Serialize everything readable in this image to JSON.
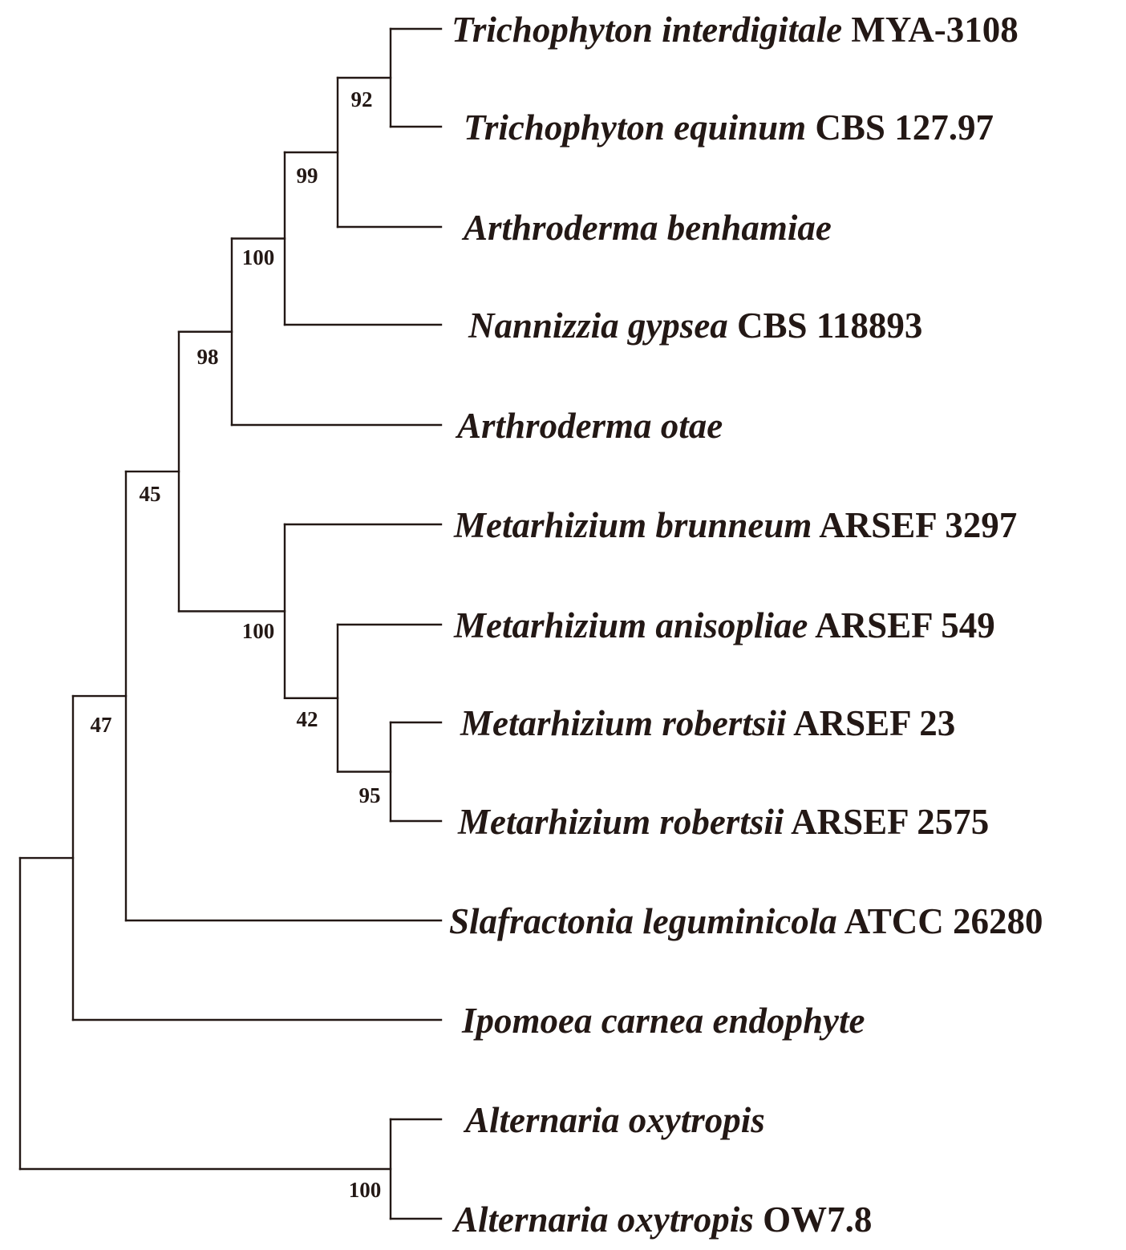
{
  "tree": {
    "line_color": "#231815",
    "taxa": [
      {
        "id": "t1",
        "italic": "Trichophyton interdigitale",
        "strain": "MYA-3108"
      },
      {
        "id": "t2",
        "italic": "Trichophyton equinum",
        "strain": "CBS 127.97"
      },
      {
        "id": "t3",
        "italic": "Arthroderma benhamiae",
        "strain": ""
      },
      {
        "id": "t4",
        "italic": "Nannizzia gypsea",
        "strain": "CBS 118893"
      },
      {
        "id": "t5",
        "italic": "Arthroderma otae",
        "strain": ""
      },
      {
        "id": "t6",
        "italic": "Metarhizium brunneum",
        "strain": "ARSEF 3297"
      },
      {
        "id": "t7",
        "italic": "Metarhizium anisopliae",
        "strain": "ARSEF 549"
      },
      {
        "id": "t8",
        "italic": "Metarhizium robertsii",
        "strain": "ARSEF 23"
      },
      {
        "id": "t9",
        "italic": "Metarhizium robertsii",
        "strain": "ARSEF 2575"
      },
      {
        "id": "t10",
        "italic": "Slafractonia leguminicola",
        "strain": "ATCC 26280"
      },
      {
        "id": "t11",
        "italic": "Ipomoea carnea endophyte",
        "strain": ""
      },
      {
        "id": "t12",
        "italic": "Alternaria oxytropis",
        "strain": ""
      },
      {
        "id": "t13",
        "italic": "Alternaria oxytropis",
        "strain": "OW7.8"
      }
    ],
    "nodes": [
      {
        "id": "n92",
        "support": "92",
        "children": [
          "t1",
          "t2"
        ]
      },
      {
        "id": "n99",
        "support": "99",
        "children": [
          "n92",
          "t3"
        ]
      },
      {
        "id": "n100a",
        "support": "100",
        "children": [
          "n99",
          "t4"
        ]
      },
      {
        "id": "n98",
        "support": "98",
        "children": [
          "n100a",
          "t5"
        ]
      },
      {
        "id": "n95",
        "support": "95",
        "children": [
          "t8",
          "t9"
        ]
      },
      {
        "id": "n42",
        "support": "42",
        "children": [
          "t7",
          "n95"
        ]
      },
      {
        "id": "n100b",
        "support": "100",
        "children": [
          "t6",
          "n42"
        ]
      },
      {
        "id": "n45",
        "support": "45",
        "children": [
          "n98",
          "n100b"
        ]
      },
      {
        "id": "n47",
        "support": "47",
        "children": [
          "n45",
          "t10"
        ]
      },
      {
        "id": "n_ing",
        "support": "",
        "children": [
          "n47",
          "t11"
        ]
      },
      {
        "id": "n100c",
        "support": "100",
        "children": [
          "t12",
          "t13"
        ]
      },
      {
        "id": "root",
        "support": "",
        "children": [
          "n_ing",
          "n100c"
        ]
      }
    ]
  }
}
